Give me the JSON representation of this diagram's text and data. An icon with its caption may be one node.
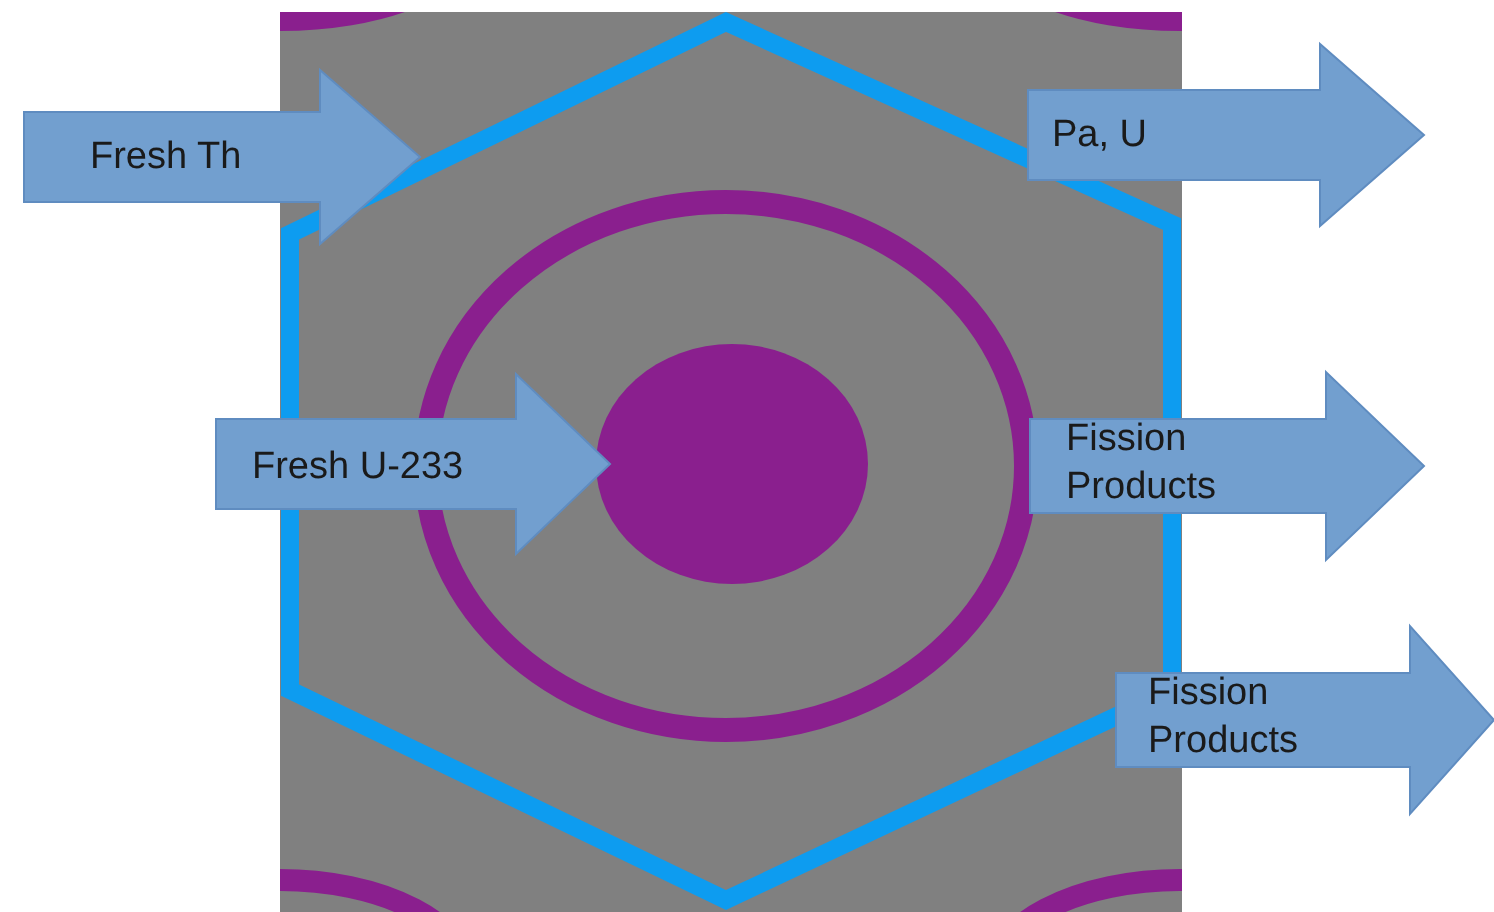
{
  "diagram": {
    "nodes": [
      {
        "text": [
          "Fresh Th"
        ]
      },
      {
        "text": [
          "Pa, U"
        ]
      },
      {
        "text": [
          "Fresh U-233"
        ]
      },
      {
        "text": [
          "Fission Products"
        ]
      },
      {
        "text": [
          "Fission Products"
        ]
      }
    ]
  }
}
